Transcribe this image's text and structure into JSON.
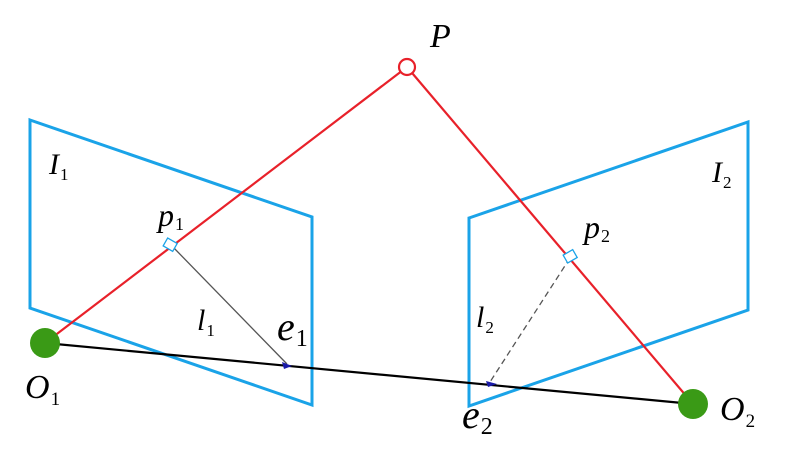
{
  "colors": {
    "image_plane": "#1aa3e8",
    "ray": "#e8212a",
    "baseline": "#000000",
    "camera_center": "#3a9a16",
    "epiline": "#555555",
    "epipole": "#1a1aa8",
    "point": "#e8212a"
  },
  "labels": {
    "P": "P",
    "I1": {
      "main": "I",
      "sub": "1"
    },
    "I2": {
      "main": "I",
      "sub": "2"
    },
    "p1": {
      "main": "p",
      "sub": "1"
    },
    "p2": {
      "main": "p",
      "sub": "2"
    },
    "l1": {
      "main": "l",
      "sub": "1"
    },
    "l2": {
      "main": "l",
      "sub": "2"
    },
    "e1": {
      "main": "e",
      "sub": "1"
    },
    "e2": {
      "main": "e",
      "sub": "2"
    },
    "O1": {
      "main": "O",
      "sub": "1"
    },
    "O2": {
      "main": "O",
      "sub": "2"
    }
  }
}
